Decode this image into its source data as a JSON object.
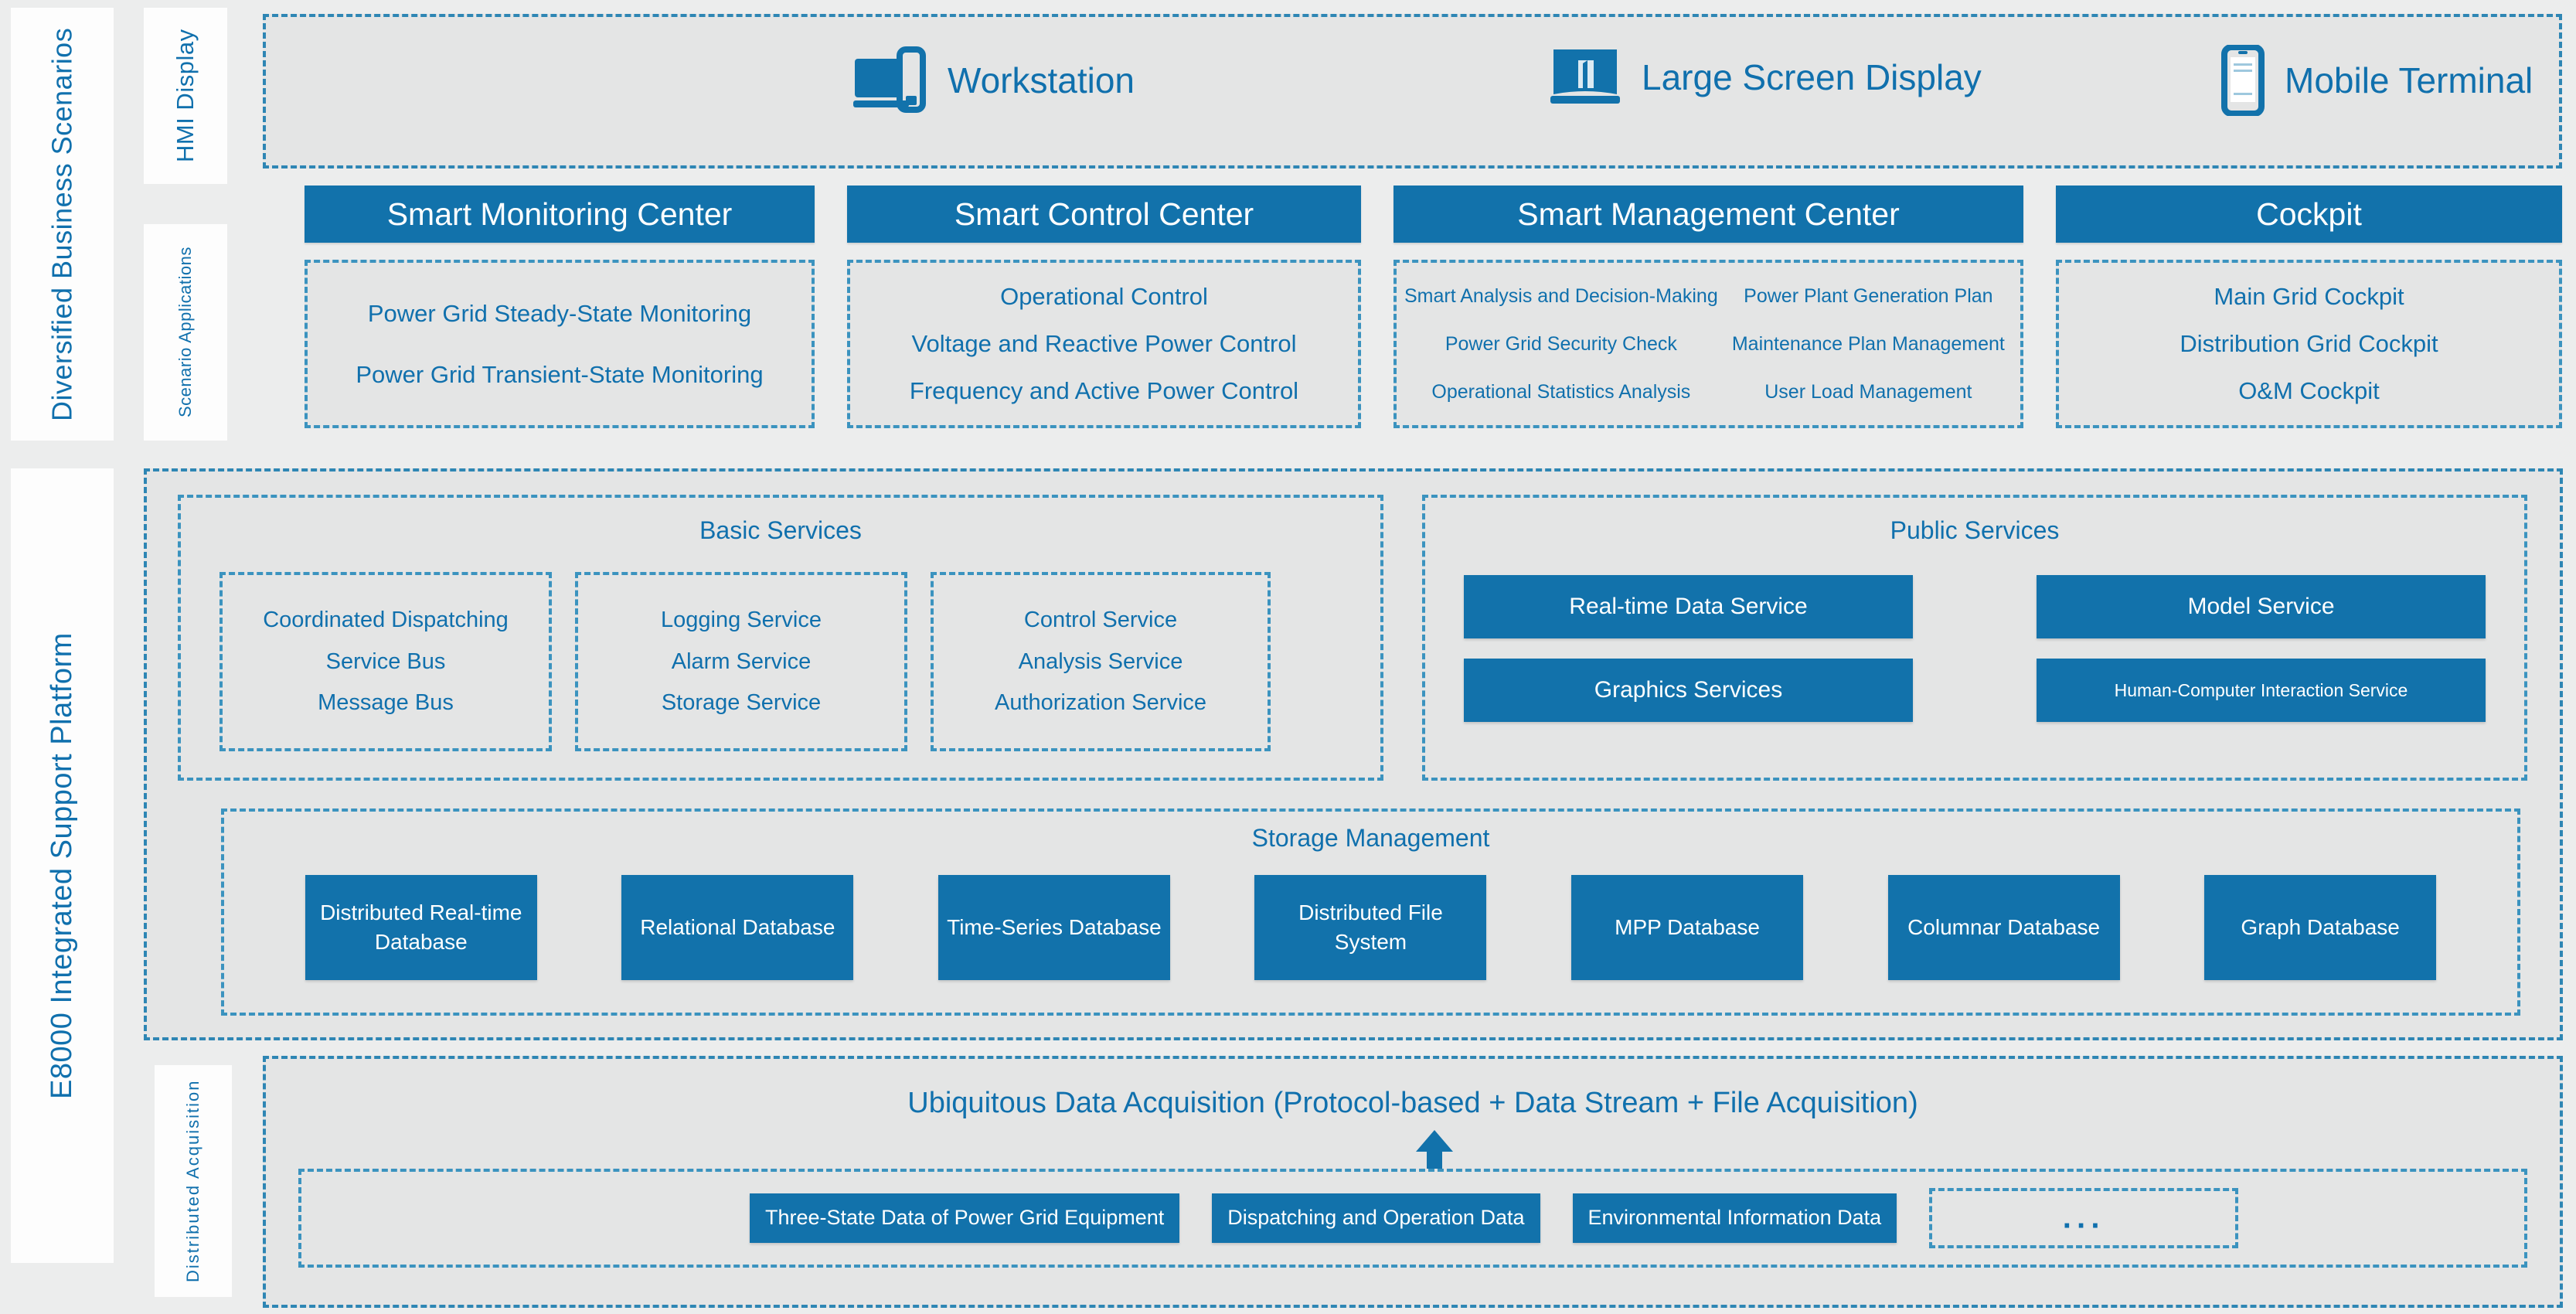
{
  "spine": {
    "scenarios": "Diversified Business Scenarios",
    "platform": "E8000 Integrated Support Platform",
    "hmi": "HMI Display",
    "scenario_applications": "Scenario Applications",
    "distributed_acquisition": "Distributed Acquisition"
  },
  "hmi_display": {
    "items": [
      {
        "icon": "workstation-icon",
        "label": "Workstation"
      },
      {
        "icon": "large-screen-display-icon",
        "label": "Large Screen Display"
      },
      {
        "icon": "mobile-terminal-icon",
        "label": "Mobile Terminal"
      }
    ]
  },
  "scenario_columns": [
    {
      "title": "Smart Monitoring Center",
      "items": [
        "Power Grid Steady-State Monitoring",
        "Power Grid Transient-State Monitoring"
      ]
    },
    {
      "title": "Smart Control Center",
      "items": [
        "Operational Control",
        "Voltage and Reactive Power Control",
        "Frequency and Active Power Control"
      ]
    },
    {
      "title": "Smart Management Center",
      "items_left": [
        "Smart Analysis and Decision-Making",
        "Power Grid Security Check",
        "Operational Statistics Analysis"
      ],
      "items_right": [
        "Power Plant Generation Plan",
        "Maintenance Plan Management",
        "User Load Management"
      ]
    },
    {
      "title": "Cockpit",
      "items": [
        "Main Grid Cockpit",
        "Distribution Grid Cockpit",
        "O&M Cockpit"
      ]
    }
  ],
  "basic_services": {
    "title": "Basic Services",
    "groups": [
      {
        "items": [
          "Coordinated Dispatching",
          "Service Bus",
          "Message Bus"
        ]
      },
      {
        "items": [
          "Logging Service",
          "Alarm Service",
          "Storage Service"
        ]
      },
      {
        "items": [
          "Control Service",
          "Analysis Service",
          "Authorization Service"
        ]
      }
    ]
  },
  "public_services": {
    "title": "Public Services",
    "chips": [
      "Real-time Data Service",
      "Model Service",
      "Graphics Services",
      "Human-Computer Interaction Service"
    ]
  },
  "storage_management": {
    "title": "Storage Management",
    "databases": [
      "Distributed Real-time Database",
      "Relational Database",
      "Time-Series Database",
      "Distributed File System",
      "MPP Database",
      "Columnar Database",
      "Graph Database"
    ]
  },
  "acquisition": {
    "title": "Ubiquitous Data Acquisition (Protocol-based + Data Stream + File Acquisition)",
    "sources": [
      "Three-State Data of Power Grid Equipment",
      "Dispatching and Operation Data",
      "Environmental Information Data"
    ],
    "ellipsis": "···"
  },
  "colors": {
    "accent_blue": "#1272ab",
    "text_blue": "#1070ad",
    "dash_blue": "#3b93bf",
    "panel_gray": "#e4e5e5",
    "page_gray": "#eceded"
  }
}
